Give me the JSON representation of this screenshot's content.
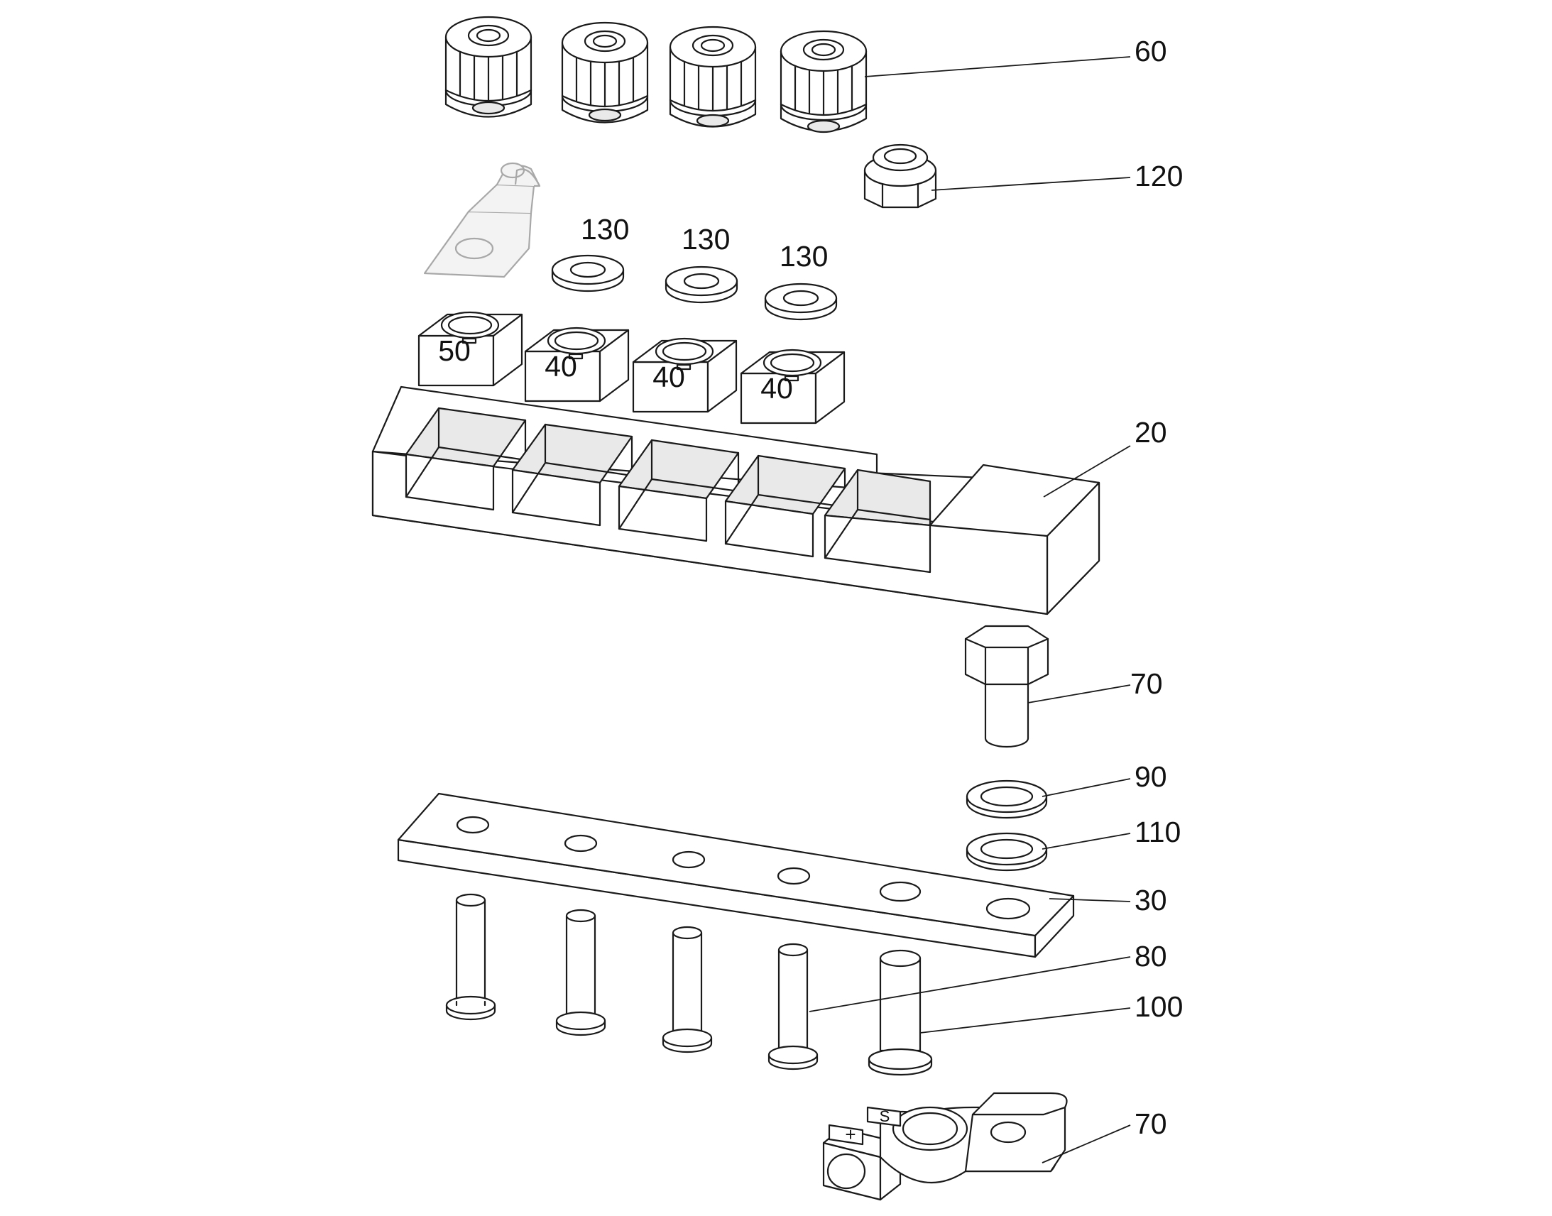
{
  "callouts": {
    "c60": "60",
    "c120": "120",
    "c130a": "130",
    "c130b": "130",
    "c130c": "130",
    "c20": "20",
    "c70a": "70",
    "c90": "90",
    "c110": "110",
    "c30": "30",
    "c80": "80",
    "c100": "100",
    "c70b": "70"
  },
  "markings": {
    "block1": "50",
    "block2": "40",
    "block3": "40",
    "block4": "40",
    "clamp_s": "S",
    "clamp_plus": "+"
  }
}
